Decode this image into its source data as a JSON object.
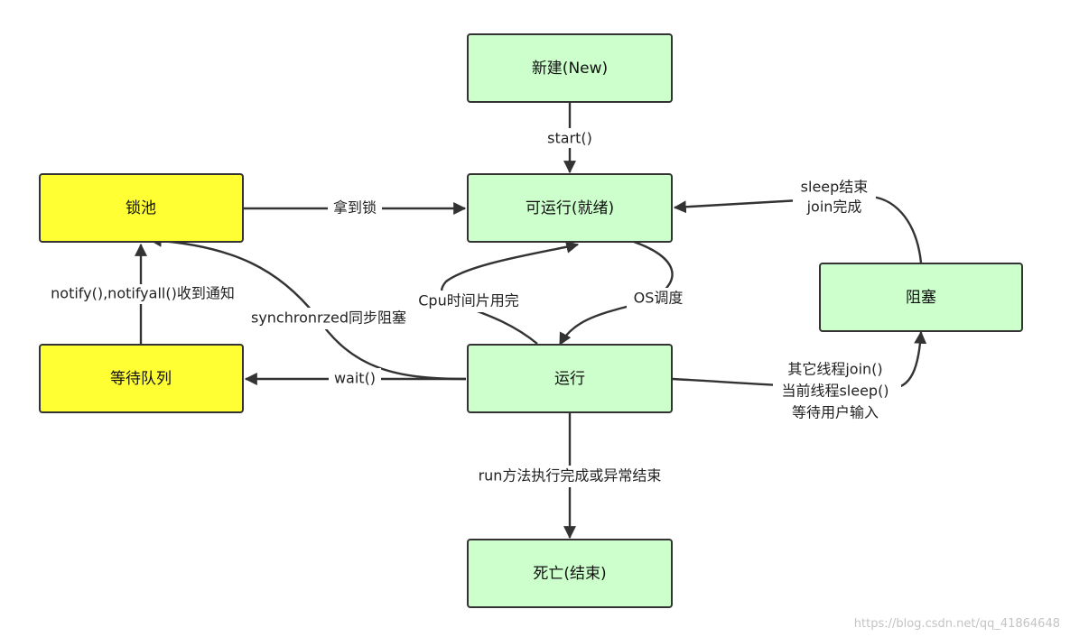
{
  "colors": {
    "state_fill": "#ccffcc",
    "pool_fill": "#ffff33",
    "stroke": "#333333"
  },
  "nodes": {
    "new": "新建(New)",
    "runnable": "可运行(就绪)",
    "lock_pool": "锁池",
    "blocked": "阻塞",
    "wait_queue": "等待队列",
    "running": "运行",
    "dead": "死亡(结束)"
  },
  "edges": {
    "start": "start()",
    "got_lock": "拿到锁",
    "sleep_end": [
      "sleep结束",
      "join完成"
    ],
    "notify": "notify(),notifyall()收到通知",
    "synchronized": "synchronrzed同步阻塞",
    "cpu_slice": "Cpu时间片用完",
    "os_schedule": "OS调度",
    "wait": "wait()",
    "to_blocked": [
      "其它线程join()",
      "当前线程sleep()",
      "等待用户输入"
    ],
    "run_done": "run方法执行完成或异常结束"
  },
  "watermark": "https://blog.csdn.net/qq_41864648"
}
